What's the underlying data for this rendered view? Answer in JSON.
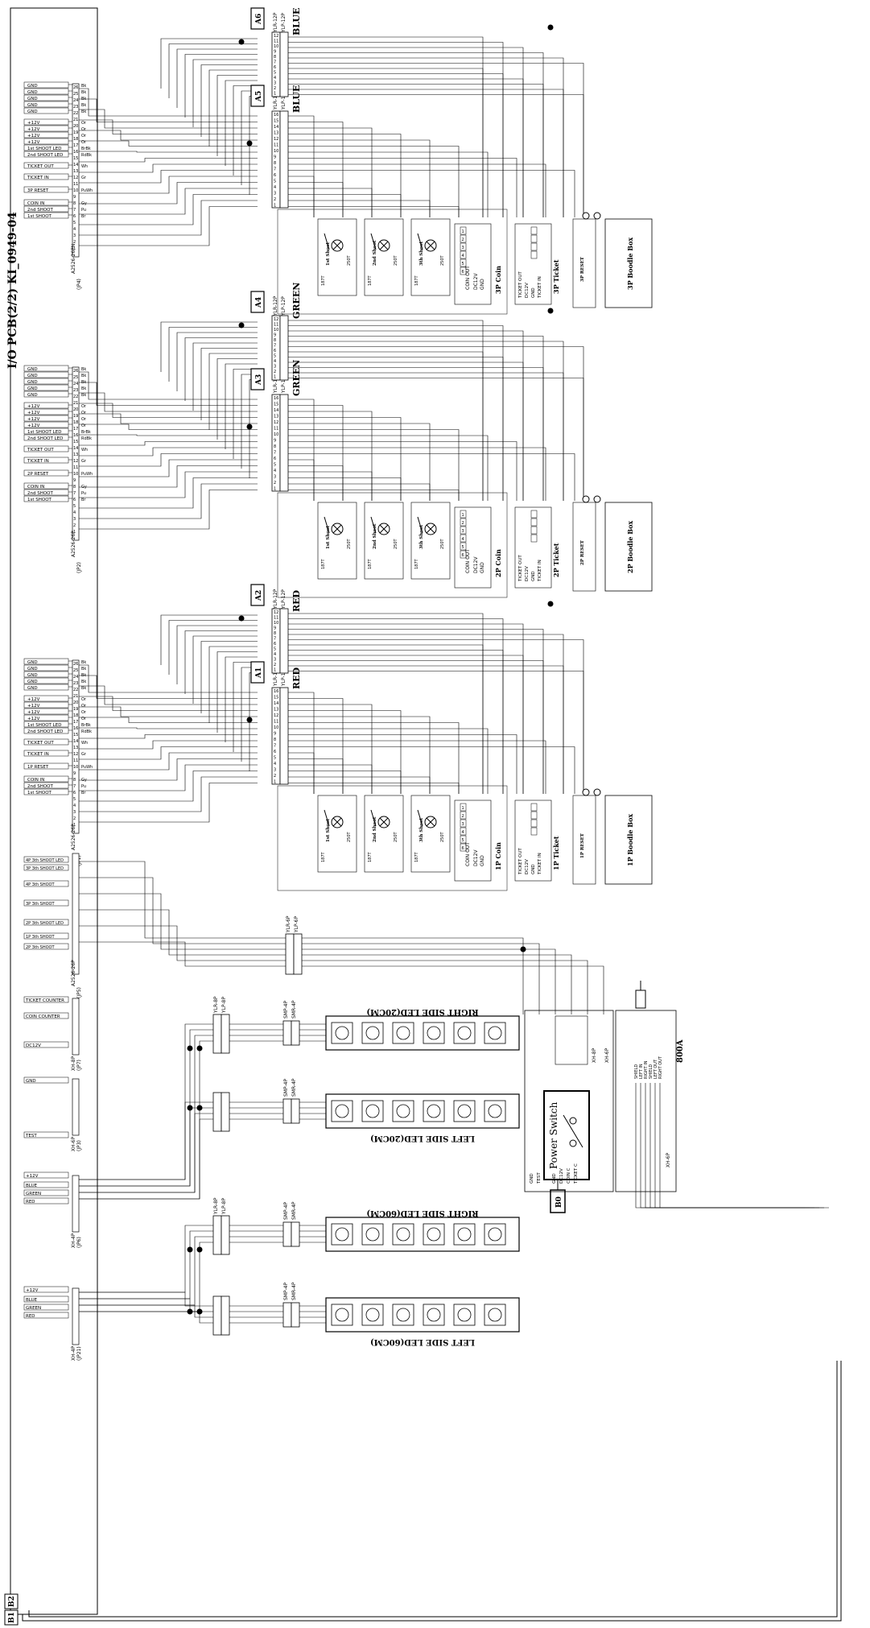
{
  "pcb_title": "I/O PCB(2/2)  KI_0949-04",
  "title_block": "800A",
  "bus_labels": [
    "B1",
    "B2"
  ],
  "power_switch": {
    "label": "Power Switch",
    "ref": "B0"
  },
  "io_pin_labels": [
    "GND",
    "GND",
    "GND",
    "GND",
    "GND",
    "+12V",
    "+12V",
    "+12V",
    "+12V",
    "1st SHOOT LED",
    "2nd SHOOT LED",
    "TICKET OUT",
    "TICKET IN",
    "3P RESET",
    "COIN IN",
    "2nd SHOOT",
    "1st SHOOT"
  ],
  "io_pin_labels_2p": [
    "GND",
    "GND",
    "GND",
    "GND",
    "GND",
    "+12V",
    "+12V",
    "+12V",
    "+12V",
    "1st SHOOT LED",
    "2nd SHOOT LED",
    "TICKET OUT",
    "TICKET IN",
    "2P RESET",
    "COIN IN",
    "2nd SHOOT",
    "1st SHOOT"
  ],
  "io_pin_labels_1p": [
    "GND",
    "GND",
    "GND",
    "GND",
    "GND",
    "+12V",
    "+12V",
    "+12V",
    "+12V",
    "1st SHOOT LED",
    "2nd SHOOT LED",
    "TICKET OUT",
    "TICKET IN",
    "1P RESET",
    "COIN IN",
    "2nd SHOOT",
    "1st SHOOT"
  ],
  "wire_colors": [
    "Bk",
    "Bk",
    "Bk",
    "Bk",
    "Bk",
    "Or",
    "Or",
    "Or",
    "Or",
    "BrBk",
    "RdBk",
    "Wh",
    "Gr",
    "PuWh",
    "Gy",
    "Pu",
    "Br"
  ],
  "player_groups": [
    {
      "id": "3p",
      "pcb_ref": "A2526-26PN",
      "jp": "(JP4)",
      "conn_a": "A5",
      "conn_b": "A6",
      "color": "BLUE",
      "coin": "3P Coin",
      "ticket": "3P Ticket",
      "boodle": "3P Boodle Box",
      "reset": "3P RESET"
    },
    {
      "id": "2p",
      "pcb_ref": "A2526-26P",
      "jp": "(JP2)",
      "conn_a": "A3",
      "conn_b": "A4",
      "color": "GREEN",
      "coin": "2P Coin",
      "ticket": "2P Ticket",
      "boodle": "2P Boodle Box",
      "reset": "2P RESET"
    },
    {
      "id": "1p",
      "pcb_ref": "A2526-26P",
      "jp": "(JP1)",
      "conn_a": "A1",
      "conn_b": "A2",
      "color": "RED",
      "coin": "1P Coin",
      "ticket": "1P Ticket",
      "boodle": "1P Boodle Box",
      "reset": "1P RESET"
    }
  ],
  "connector_parts": {
    "a_top": "YLR-16P",
    "a_bot": "YLP-16P",
    "b_top": "YLR-12P",
    "b_bot": "YLP-12P",
    "lamp_part": "250T",
    "lamp_part_alt": "187T"
  },
  "shoot_switches": [
    "1st Shoot",
    "2nd Shoot",
    "3th Shoot"
  ],
  "coin_labels": [
    "COIN OUT",
    "DC12V",
    "GND"
  ],
  "ticket_labels": [
    "TICKET OUT",
    "DC12V",
    "GND",
    "TICKET IN"
  ],
  "jp5": {
    "ref": "A2526-26P",
    "jp": "(JP5)",
    "pins": [
      "4P 3th SHOOT LED",
      "3P 3th SHOOT LED",
      "4P 3th SHOOT",
      "3P 3th SHOOT",
      "2P 3th SHOOT LED",
      "1P 3th SHOOT",
      "2P 3th SHOOT"
    ]
  },
  "lower_connectors": {
    "jp7": {
      "ref": "XH-8P",
      "jp": "(JP7)",
      "labels": [
        "TICKET COUNTER",
        "COIN COUNTER",
        "DC12V"
      ]
    },
    "jp3": {
      "ref": "XH-6P",
      "jp": "(JP3)",
      "labels": [
        "GND",
        "TEST"
      ]
    },
    "jp6": {
      "ref": "XH-4P",
      "jp": "(JP6)",
      "labels": [
        "+12V",
        "BLUE",
        "GREEN",
        "RED"
      ]
    },
    "jp21": {
      "ref": "XH-4P",
      "jp": "(JP21)",
      "labels": [
        "+12V",
        "BLUE",
        "GREEN",
        "RED"
      ]
    }
  },
  "led_strips": [
    "RIGHT SIDE LED(20CM)",
    "LEFT SIDE LED(20CM)",
    "RIGHT SIDE LED(60CM)",
    "LEFT SIDE LED(60CM)"
  ],
  "small_conn": {
    "ylr8": "YLR-8P",
    "ylp8": "YLP-8P",
    "smp4": "SMP-4P",
    "smr4": "SMR-4P",
    "ylr6": "YLR-6P",
    "ylp6": "YLP-6P"
  },
  "ctrl_block": {
    "labels": [
      "GND",
      "TEST",
      "GND",
      "DC12V",
      "COIN C",
      "TICKET C"
    ],
    "xh8": "XH-8P",
    "xh6": "XH-6P"
  },
  "right_block": {
    "labels": [
      "SHIELD",
      "LEFT IN",
      "RIGHT IN",
      "SHIELD",
      "LEFT OUT",
      "RIGHT OUT"
    ],
    "xh6": "XH-6P"
  },
  "colors": {
    "line": "#000000",
    "paper": "#ffffff"
  }
}
